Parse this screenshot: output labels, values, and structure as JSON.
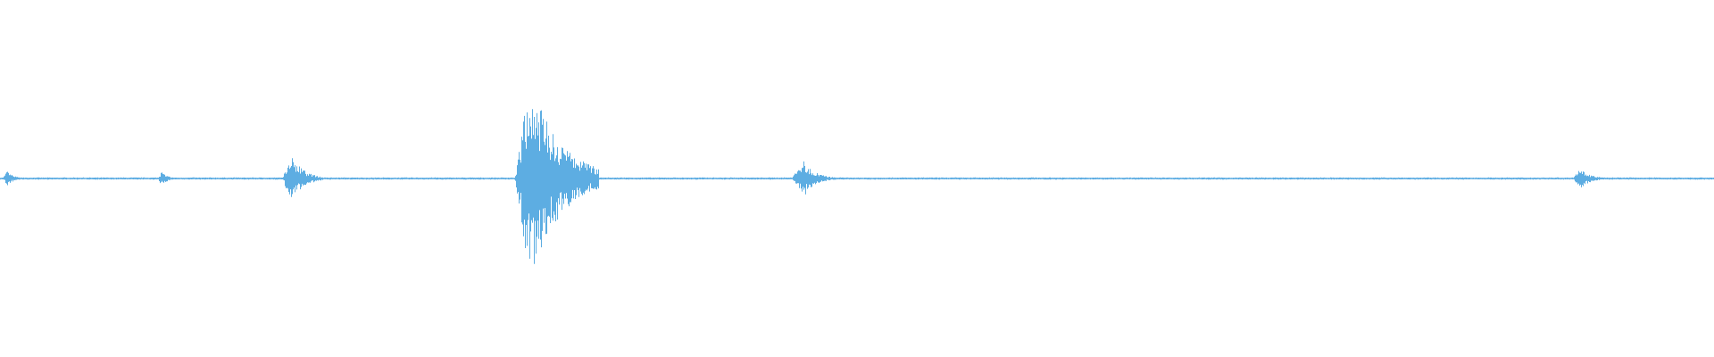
{
  "colors": {
    "background": "#ffffff",
    "waveform": "#5dade2"
  },
  "waveform": {
    "description_free": true,
    "baseline_amplitude": 0.01,
    "bursts": [
      {
        "position": 0.004,
        "peak_up": 0.07,
        "peak_down": 0.07,
        "width": 0.008,
        "decay": 0.5
      },
      {
        "position": 0.094,
        "peak_up": 0.07,
        "peak_down": 0.07,
        "width": 0.007,
        "decay": 0.5
      },
      {
        "position": 0.169,
        "peak_up": 0.25,
        "peak_down": 0.25,
        "width": 0.012,
        "decay": 0.6
      },
      {
        "position": 0.309,
        "peak_up": 0.97,
        "peak_down": 0.98,
        "width": 0.025,
        "decay": 0.7
      },
      {
        "position": 0.469,
        "peak_up": 0.17,
        "peak_down": 0.17,
        "width": 0.022,
        "decay": 0.3
      },
      {
        "position": 0.921,
        "peak_up": 0.11,
        "peak_down": 0.11,
        "width": 0.01,
        "decay": 0.6
      }
    ]
  }
}
